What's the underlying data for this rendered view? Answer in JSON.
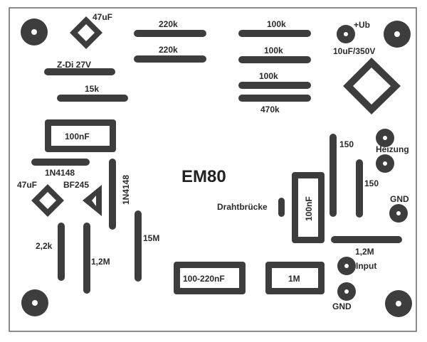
{
  "diagram": {
    "title": "EM80",
    "colors": {
      "copper": "#3d3d3d",
      "board": "#ffffff",
      "outline": "#555555",
      "text": "#2a2a2a"
    },
    "labels": {
      "c_47uf_top": "47uF",
      "zdiode": "Z-Di 27V",
      "r_15k": "15k",
      "r_220k_1": "220k",
      "r_220k_2": "220k",
      "r_100k_1": "100k",
      "r_100k_2": "100k",
      "r_100k_3": "100k",
      "r_470k": "470k",
      "ub": "+Ub",
      "c_10uf": "10uF/350V",
      "c_100nf_top": "100nF",
      "d_1n4148_h": "1N4148",
      "d_1n4148_v": "1N4148",
      "c_47uf_left": "47uF",
      "fet": "BF245",
      "r_2_2k": "2,2k",
      "r_1_2m_left": "1,2M",
      "r_15m": "15M",
      "c_100_220nf": "100-220nF",
      "r_1m": "1M",
      "jumper": "Drahtbrücke",
      "c_100nf_right": "100nF",
      "r_150_1": "150",
      "r_150_2": "150",
      "heater": "Heizung",
      "gnd_right": "GND",
      "r_1_2m_right": "1,2M",
      "input": "Input",
      "gnd_bottom": "GND"
    }
  }
}
